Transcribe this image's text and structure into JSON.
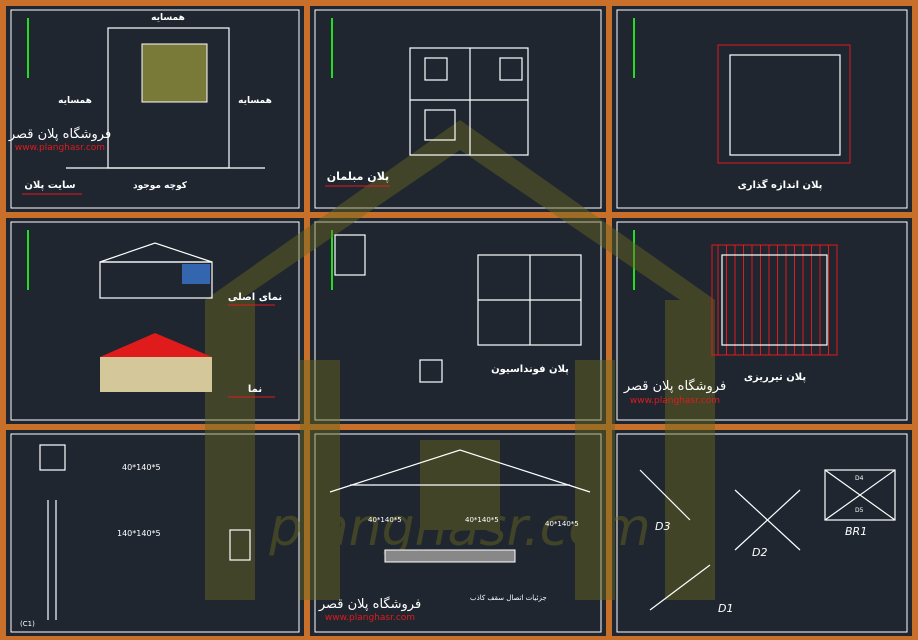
{
  "watermark": {
    "site": "planghasr.com"
  },
  "brand": {
    "shop": "فروشگاه پلان قصر",
    "url": "www.planghasr.com"
  },
  "panels": [
    {
      "title": "سایت پلان",
      "labels": [
        "همسایه",
        "همسایه",
        "همسایه",
        "کوچه موجود"
      ]
    },
    {
      "title": "پلان مبلمان"
    },
    {
      "title": "پلان اندازه گذاری"
    },
    {
      "title": "نمای اصلی",
      "subtitle": "نما"
    },
    {
      "title": "پلان فونداسیون"
    },
    {
      "title": "پلان تیرریزی"
    },
    {
      "labels": [
        "40*140*5",
        "140*140*5",
        "(C1)"
      ]
    },
    {
      "labels": [
        "40*140*5",
        "40*140*5",
        "40*140*5"
      ],
      "caption": "جزئیات اتصال سقف کاذب"
    },
    {
      "labels": [
        "D3",
        "D2",
        "D1",
        "BR1",
        "D4",
        "D5"
      ]
    }
  ],
  "colors": {
    "background": "#1f2630",
    "frame": "#c8702a",
    "accent": "#e01b1b",
    "green": "#22dd22",
    "watermark": "#6b6a1e"
  }
}
